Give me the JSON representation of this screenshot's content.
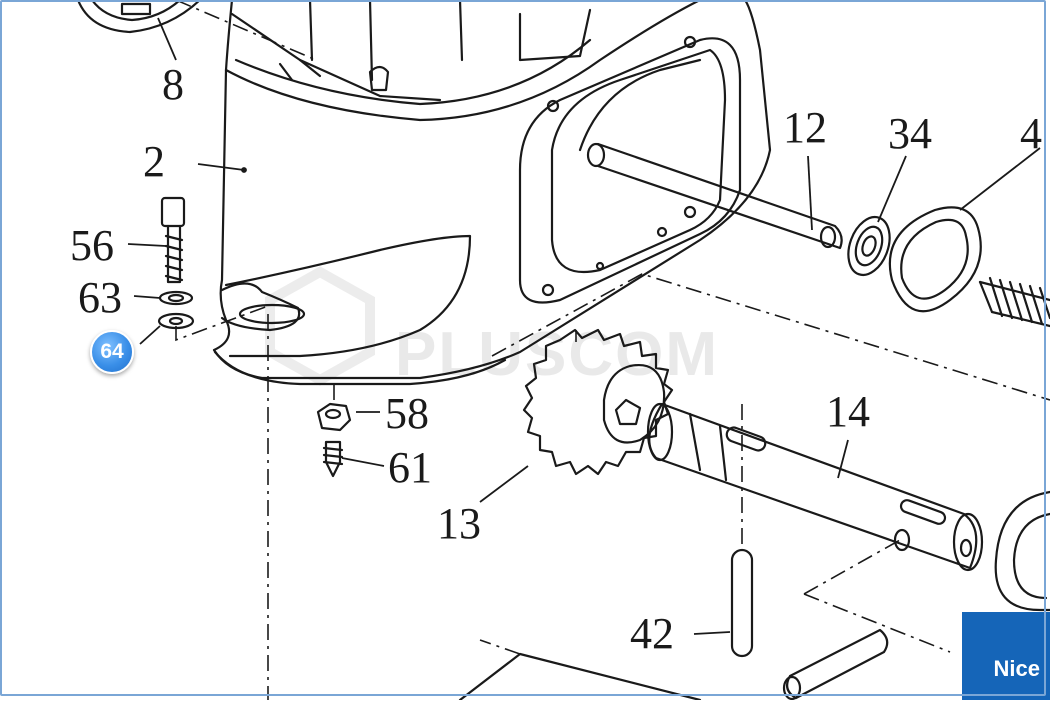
{
  "watermark": "PLUSCOM",
  "brand": "Nice",
  "selected_part": "64",
  "part_labels": {
    "p8": "8",
    "p2": "2",
    "p56": "56",
    "p63": "63",
    "p12": "12",
    "p34": "34",
    "p4": "4",
    "p58": "58",
    "p61": "61",
    "p14": "14",
    "p13": "13",
    "p42": "42"
  },
  "colors": {
    "line": "#1a1a1a",
    "badge": "#3a8fe8",
    "brand_bg": "#1565b8",
    "frame": "#7aa6d6"
  }
}
